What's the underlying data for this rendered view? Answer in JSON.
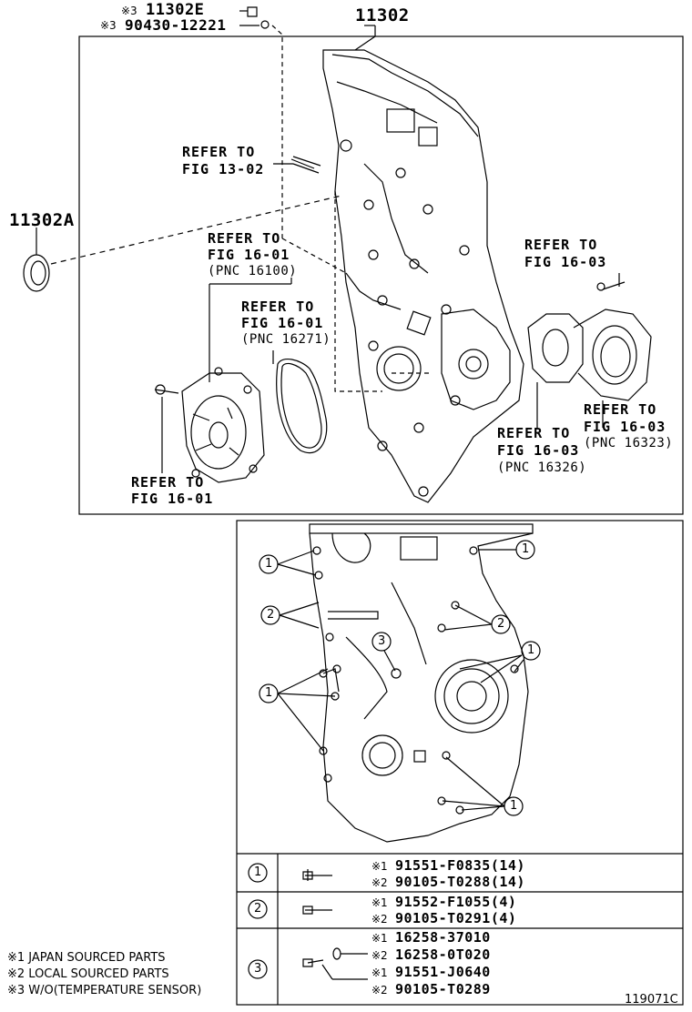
{
  "top_parts": {
    "p11302e": {
      "mark": "※3",
      "number": "11302E"
    },
    "p90430": {
      "mark": "※3",
      "number": "90430-12221"
    },
    "p11302": {
      "number": "11302"
    },
    "p11302a": {
      "number": "11302A"
    }
  },
  "refers": {
    "r1": {
      "line1": "REFER TO",
      "line2": "FIG 13-02"
    },
    "r2": {
      "line1": "REFER TO",
      "line2": "FIG 16-01",
      "pnc": "(PNC 16100)"
    },
    "r3": {
      "line1": "REFER TO",
      "line2": "FIG 16-01",
      "pnc": "(PNC 16271)"
    },
    "r4": {
      "line1": "REFER TO",
      "line2": "FIG 16-03"
    },
    "r5": {
      "line1": "REFER TO",
      "line2": "FIG 16-03",
      "pnc": "(PNC 16323)"
    },
    "r6": {
      "line1": "REFER TO",
      "line2": "FIG 16-03",
      "pnc": "(PNC 16326)"
    },
    "r7": {
      "line1": "REFER TO",
      "line2": "FIG 16-01"
    }
  },
  "callouts": {
    "c1": "1",
    "c2": "2",
    "c3": "3"
  },
  "parts_table": {
    "rows": [
      {
        "circle": "1",
        "items": [
          {
            "mark": "※1",
            "number": "91551-F0835(14)"
          },
          {
            "mark": "※2",
            "number": "90105-T0288(14)"
          }
        ]
      },
      {
        "circle": "2",
        "items": [
          {
            "mark": "※1",
            "number": "91552-F1055(4)"
          },
          {
            "mark": "※2",
            "number": "90105-T0291(4)"
          }
        ]
      },
      {
        "circle": "3",
        "items": [
          {
            "mark": "※1",
            "number": "16258-37010"
          },
          {
            "mark": "※2",
            "number": "16258-0T020"
          },
          {
            "mark": "※1",
            "number": "91551-J0640"
          },
          {
            "mark": "※2",
            "number": "90105-T0289"
          }
        ]
      }
    ]
  },
  "notes": [
    "※1 JAPAN SOURCED PARTS",
    "※2 LOCAL SOURCED PARTS",
    "※3 W/O(TEMPERATURE SENSOR)"
  ],
  "figure_id": "119071C"
}
